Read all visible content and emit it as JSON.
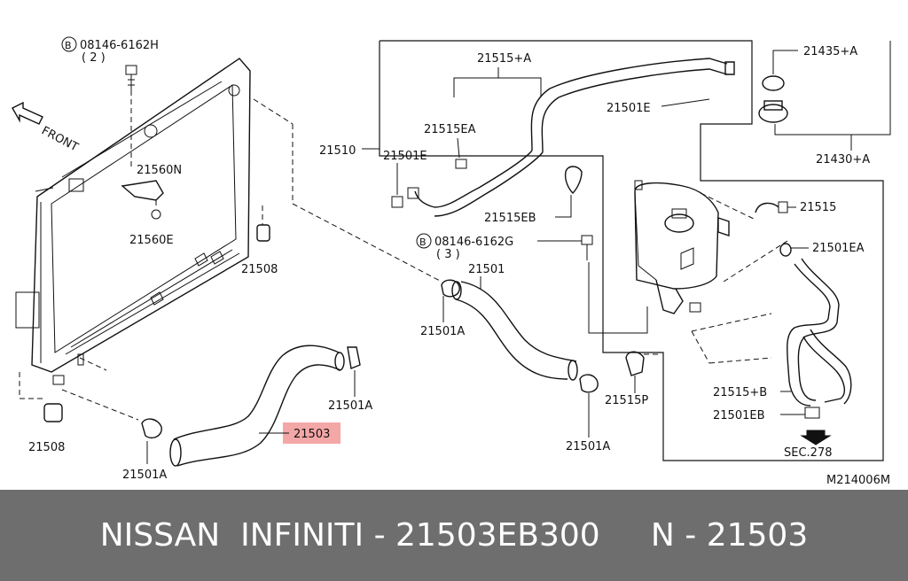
{
  "diagram": {
    "code": "M214006M",
    "front_label": "FRONT",
    "highlight_color": "#f4a7a7",
    "labels": {
      "bolt_top": "08146-6162H",
      "bolt_top_qty": "( 2 )",
      "bolt_mid": "08146-6162G",
      "bolt_mid_qty": "( 3 )",
      "p21560N": "21560N",
      "p21560E": "21560E",
      "p21508_top": "21508",
      "p21508_bottom": "21508",
      "p21501A_left": "21501A",
      "p21501A_mid": "21501A",
      "p21501A_lower": "21501A",
      "p21501A_bracket": "21501A",
      "p21503": "21503",
      "p21501": "21501",
      "p21515A": "21515+A",
      "p21515EA": "21515EA",
      "p21510": "21510",
      "p21501E_left": "21501E",
      "p21501E_right": "21501E",
      "p21515EB": "21515EB",
      "p21435A": "21435+A",
      "p21430A": "21430+A",
      "p21515": "21515",
      "p21501EA": "21501EA",
      "p21515B": "21515+B",
      "p21501EB": "21501EB",
      "p21515P": "21515P",
      "sec": "SEC.278"
    }
  },
  "footer": {
    "text": "NISSAN  INFINITI - 21503EB300     N - 21503"
  }
}
